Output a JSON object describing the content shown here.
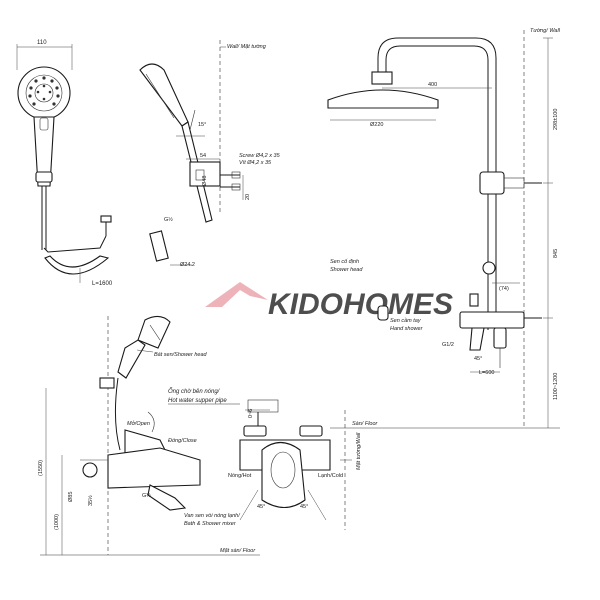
{
  "watermark": {
    "text_a": "KIDO",
    "text_b": "HOMES",
    "color_a": "#e8a0a8",
    "color_b": "#f0b8bc"
  },
  "hand_shower_front": {
    "width_dim": "110",
    "hose_length": "L=1600"
  },
  "hand_shower_side": {
    "wall_label": "Wall/ Mặt tường",
    "angle": "15°",
    "dim_54": "54",
    "screw_label_1": "Screw Ø4,2 x 35",
    "screw_label_2": "Vít Ø4,2 x 35",
    "dim_48": "Ø48",
    "dim_20": "20",
    "thread": "G½",
    "dia_24": "Ø24.2"
  },
  "bath_mixer": {
    "shower_head_label": "Bát sen/Shower head",
    "pipe_label_vi": "Ống chờ bên nóng/",
    "pipe_label_en": "Hot water supper pipe",
    "open_label": "Mở/Open",
    "close_label": "Đóng/Close",
    "hot_label": "Nóng/Hot",
    "cold_label": "Lạnh/Cold",
    "wall_label": "Mặt tường/Wall",
    "dim_0_6": "0~6",
    "angle_1": "45°",
    "angle_2": "45°",
    "dim_1550": "(1550)",
    "dim_1000": "(1000)",
    "dim_85": "Ø85",
    "dim_35": "35½",
    "thread": "G½",
    "valve_label_vi": "Van sen vòi nóng lạnh/",
    "valve_label_en": "Bath & Shower mixer",
    "floor_label": "Mặt sàn/ Floor"
  },
  "shower_column": {
    "wall_label": "Tường/ Wall",
    "arm_length": "400",
    "head_dia": "Ø220",
    "dim_top": "298±100",
    "dim_mid": "845",
    "dim_bottom": "1100~1200",
    "dim_74": "(74)",
    "fixed_label_vi": "Sen cố định",
    "fixed_label_en": "Shower head",
    "hand_label_vi": "Sen cầm tay",
    "hand_label_en": "Hand shower",
    "thread": "G1/2",
    "angle": "45°",
    "hose_length": "L=600",
    "floor_label": "Sàn/ Floor"
  }
}
